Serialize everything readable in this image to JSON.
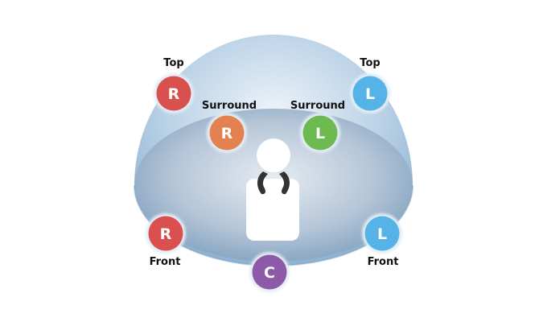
{
  "colors": {
    "red": "#d9504e",
    "blue": "#55b3e8",
    "orange": "#e38150",
    "green": "#6cba50",
    "purple": "#8c5aa7"
  },
  "speakers": [
    {
      "id": "top-right",
      "position": "Top",
      "channel": "R",
      "color": "#d9504e"
    },
    {
      "id": "top-left",
      "position": "Top",
      "channel": "L",
      "color": "#55b3e8"
    },
    {
      "id": "surround-right",
      "position": "Surround",
      "channel": "R",
      "color": "#e38150"
    },
    {
      "id": "surround-left",
      "position": "Surround",
      "channel": "L",
      "color": "#6cba50"
    },
    {
      "id": "front-right",
      "position": "Front",
      "channel": "R",
      "color": "#d9504e"
    },
    {
      "id": "front-left",
      "position": "Front",
      "channel": "L",
      "color": "#55b3e8"
    },
    {
      "id": "center",
      "position": "",
      "channel": "C",
      "color": "#8c5aa7"
    }
  ]
}
